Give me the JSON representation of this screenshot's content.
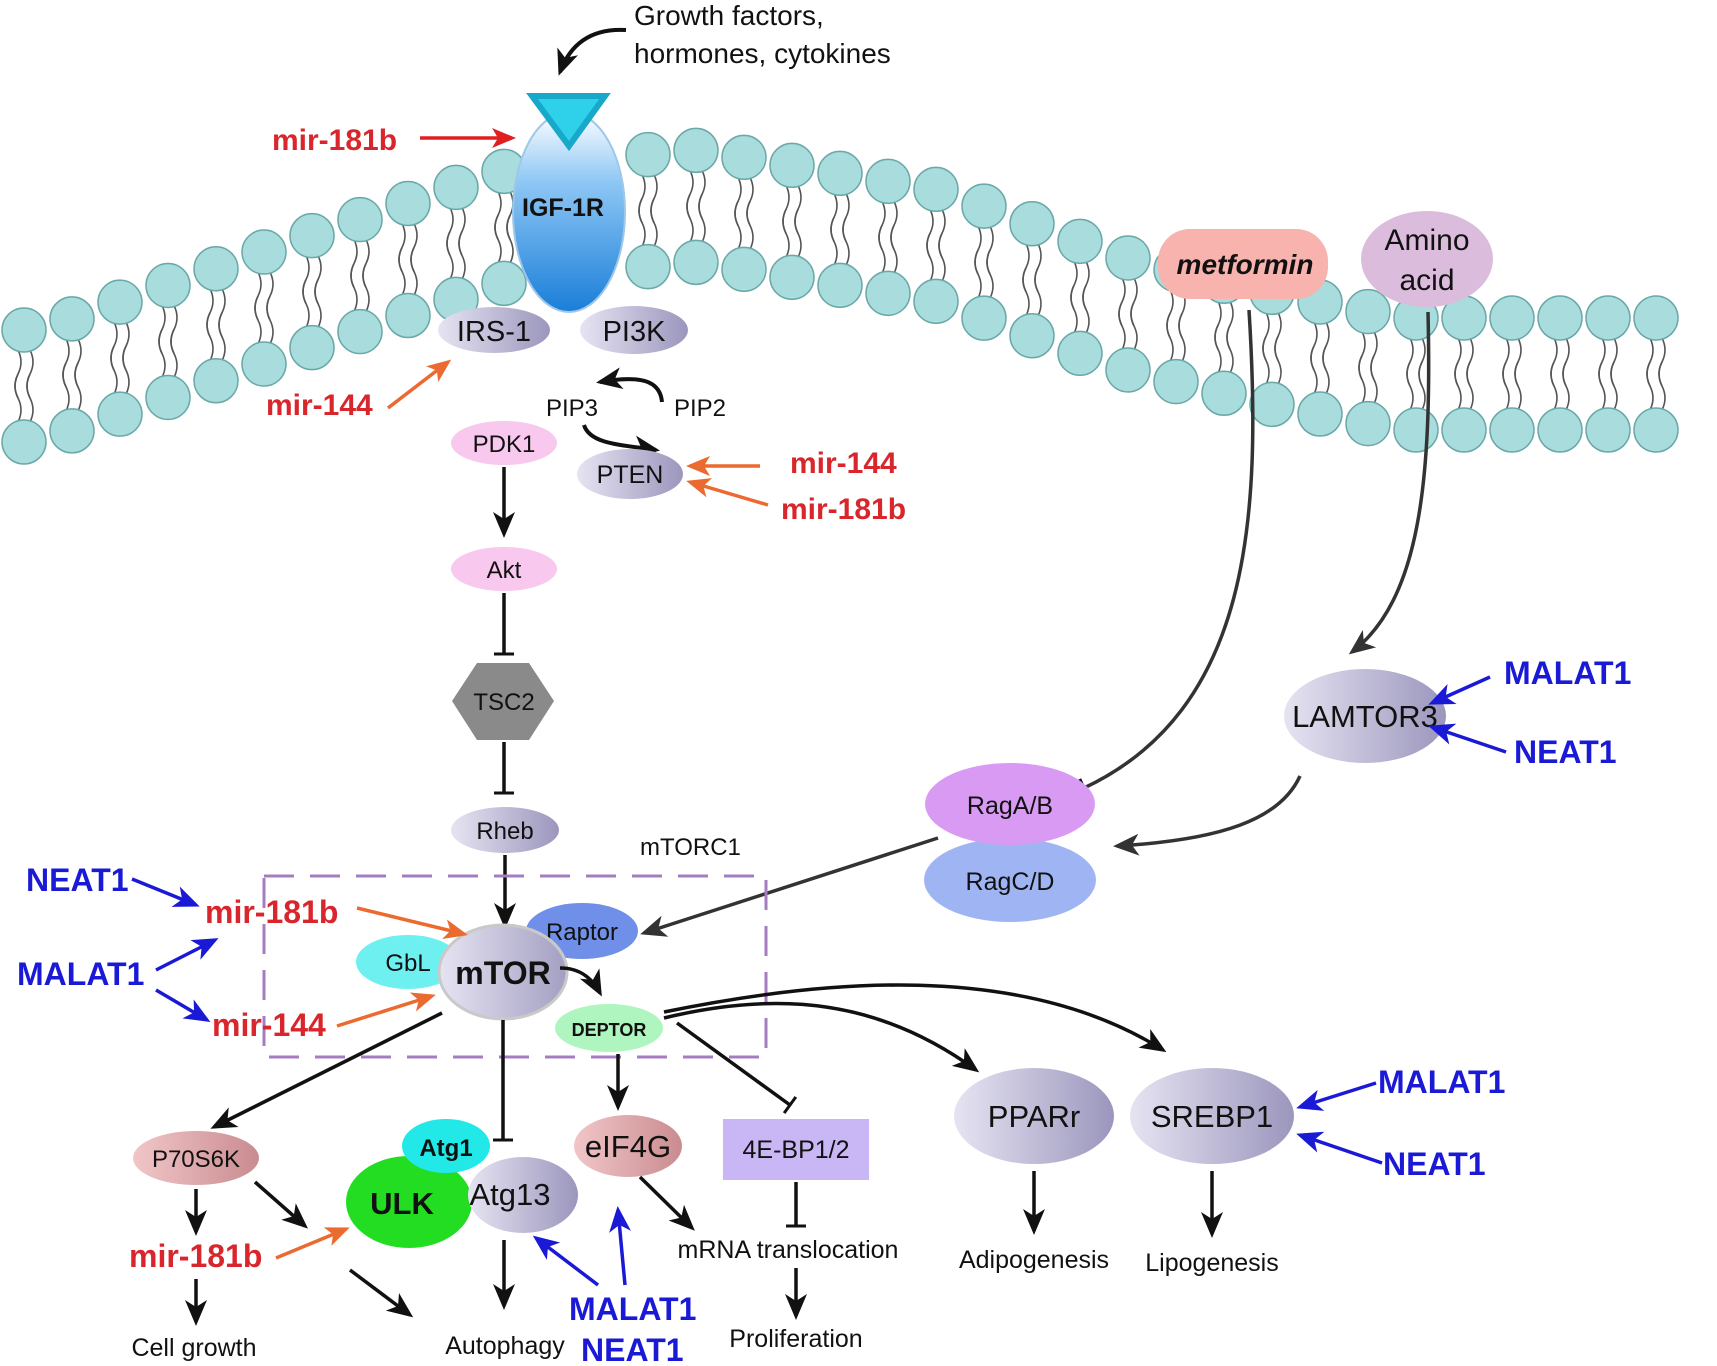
{
  "top_signal": [
    "Growth factors,",
    "hormones, cytokines"
  ],
  "receptor": "IGF-1R",
  "membrane_proteins": {
    "irs1": "IRS-1",
    "pi3k": "PI3K",
    "pip3": "PIP3",
    "pip2": "PIP2",
    "pten": "PTEN"
  },
  "left_path": {
    "pdk1": "PDK1",
    "akt": "Akt",
    "tsc2": "TSC2",
    "rheb": "Rheb"
  },
  "drugs": {
    "metformin": "metformin",
    "amino_acid": [
      "Amino",
      "acid"
    ]
  },
  "lamtor3": "LAMTOR3",
  "rag": {
    "ragab": "RagA/B",
    "ragcd": "RagC/D"
  },
  "mtorc1": {
    "label": "mTORC1",
    "mtor": "mTOR",
    "raptor": "Raptor",
    "gbl": "GbL",
    "deptor": "DEPTOR"
  },
  "downstream": {
    "p70s6k": "P70S6K",
    "atg1": "Atg1",
    "ulk": "ULK",
    "atg13": "Atg13",
    "eif4g": "eIF4G",
    "ebp": "4E-BP1/2",
    "pparr": "PPARr",
    "srebp1": "SREBP1"
  },
  "outcomes": {
    "cell_growth": "Cell growth",
    "autophagy": "Autophagy",
    "mrna": "mRNA translocation",
    "proliferation": "Proliferation",
    "adipogenesis": "Adipogenesis",
    "lipogenesis": "Lipogenesis"
  },
  "regulators": {
    "mir181b_receptor": "mir-181b",
    "mir144_irs": "mir-144",
    "mir144_pten": "mir-144",
    "mir181b_pten": "mir-181b",
    "malat1_lamtor": "MALAT1",
    "neat1_lamtor": "NEAT1",
    "neat1_left": "NEAT1",
    "mir181b_left": "mir-181b",
    "malat1_left": "MALAT1",
    "mir144_left": "mir-144",
    "malat1_srebp": "MALAT1",
    "neat1_srebp": "NEAT1",
    "mir181b_bottom": "mir-181b",
    "malat1_bottom": "MALAT1",
    "neat1_bottom": "NEAT1"
  },
  "colors": {
    "lipid_head": "#a9dcdc",
    "lncrna_blue": "#1a1ad6",
    "mirna_red": "#d8262c",
    "mirna_arrow": "#ea6a30",
    "pink": "#f8c8ef",
    "lavender": "#c4c0dc",
    "raptor": "#6f8fe8",
    "gbl": "#6ff0f0",
    "deptor": "#aef5c0",
    "ragab": "#d99af4",
    "ragcd": "#9fb4f2",
    "ulk": "#22dd22",
    "atg1": "#22e8e8",
    "eif4g": "#dca5a8",
    "ebp": "#c9b7f5",
    "tsc2": "#888888",
    "metformin": "#f8b3ae",
    "amino": "#dcbcdc"
  }
}
